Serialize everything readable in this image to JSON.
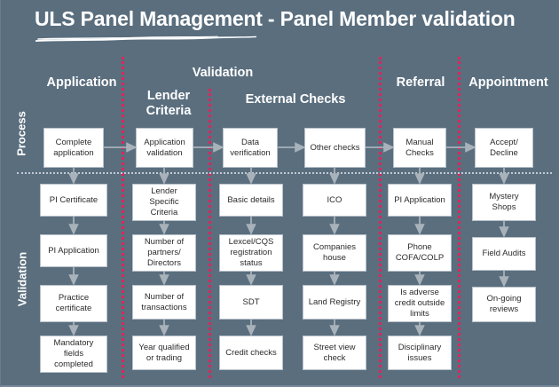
{
  "title": "ULS Panel Management - Panel Member validation",
  "colors": {
    "background": "#5a6e7e",
    "divider_pink": "#e0245e",
    "divider_gray": "#c3ccd4",
    "node_fill": "#ffffff",
    "node_border": "#b9c2ca",
    "arrow": "#a8b2ba",
    "text_light": "#ffffff",
    "text_dark": "#2b2b2b"
  },
  "swimlanes": [
    {
      "label": "Process"
    },
    {
      "label": "Validation"
    }
  ],
  "phases": [
    {
      "label": "Application"
    },
    {
      "label": "Validation"
    },
    {
      "label": "Lender\nCriteria"
    },
    {
      "label": "External Checks"
    },
    {
      "label": "Referral"
    },
    {
      "label": "Appointment"
    }
  ],
  "columns": [
    {
      "name": "application",
      "process": "Complete\napplication",
      "validation": [
        "PI Certificate",
        "PI Application",
        "Practice\ncertificate",
        "Mandatory\nfields\ncompleted"
      ]
    },
    {
      "name": "lender-criteria",
      "process": "Application\nvalidation",
      "validation": [
        "Lender\nSpecific\nCriteria",
        "Number of\npartners/\nDirectors",
        "Number of\ntransactions",
        "Year qualified\nor trading"
      ]
    },
    {
      "name": "external-checks-data",
      "process": "Data\nverification",
      "validation": [
        "Basic details",
        "Lexcel/CQS\nregistration\nstatus",
        "SDT",
        "Credit checks"
      ]
    },
    {
      "name": "external-checks-other",
      "process": "Other checks",
      "validation": [
        "ICO",
        "Companies\nhouse",
        "Land Registry",
        "Street view\ncheck"
      ]
    },
    {
      "name": "referral",
      "process": "Manual\nChecks",
      "validation": [
        "PI Application",
        "Phone\nCOFA/COLP",
        "Is adverse\ncredit outside\nlimits",
        "Disciplinary\nissues"
      ]
    },
    {
      "name": "appointment",
      "process": "Accept/\nDecline",
      "validation": [
        "Mystery\nShops",
        "Field Audits",
        "On-going\nreviews"
      ]
    }
  ]
}
